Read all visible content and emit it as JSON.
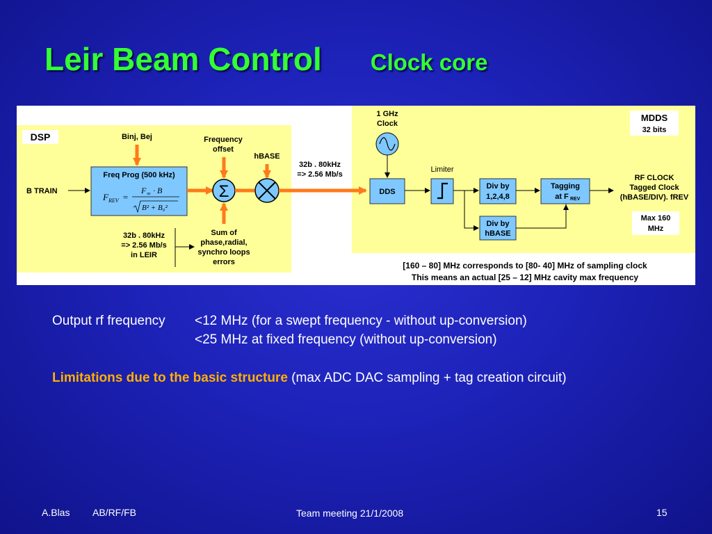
{
  "title": {
    "main": "Leir Beam Control",
    "sub": "Clock core"
  },
  "diagram": {
    "dsp_label": "DSP",
    "binj_bej": "Binj, Bej",
    "freq_offset": [
      "Frequency",
      "offset"
    ],
    "hbase": "hBASE",
    "freq_prog_title": "Freq Prog (500 kHz)",
    "formula": {
      "lhs": "F",
      "lhs_sub": "REV",
      "eq": "=",
      "num": "F",
      "num_sub": "∞",
      "num_tail": "· B",
      "den": "B² + B₀²"
    },
    "b_train": "B TRAIN",
    "dsp_input_note": [
      "32b . 80kHz",
      "=> 2.56 Mb/s",
      "in LEIR"
    ],
    "sum_note": [
      "Sum of",
      "phase,radial,",
      "synchro loops",
      "errors"
    ],
    "sigma_symbol": "Σ",
    "link_rate": [
      "32b . 80kHz",
      "=> 2.56 Mb/s"
    ],
    "clock_source": [
      "1 GHz",
      "Clock"
    ],
    "dds": "DDS",
    "limiter": "Limiter",
    "div_by_1": [
      "Div by",
      "1,2,4,8"
    ],
    "div_by_hbase": [
      "Div by",
      "hBASE"
    ],
    "tagging": [
      "Tagging",
      "at F"
    ],
    "tagging_sub": "REV",
    "mdds_title": "MDDS",
    "mdds_bits": "32 bits",
    "rf_clock": [
      "RF CLOCK",
      "Tagged Clock",
      "(hBASE/DIV). fREV"
    ],
    "max_freq": [
      "Max 160",
      "MHz"
    ],
    "caption": [
      "[160 – 80] MHz corresponds to [80- 40] MHz of sampling clock",
      "This means an actual [25 – 12] MHz cavity max frequency"
    ]
  },
  "body": {
    "output_label": "Output rf frequency",
    "output_line1": "<12 MHz (for a swept frequency - without up-conversion)",
    "output_line2": "<25 MHz at fixed frequency (without up-conversion)",
    "limitations_bold": "Limitations due to the basic structure",
    "limitations_rest": "(max ADC DAC sampling + tag creation circuit)"
  },
  "footer": {
    "author": "A.Blas",
    "group": "AB/RF/FB",
    "meeting": "Team meeting 21/1/2008",
    "page": "15"
  },
  "colors": {
    "background": "#1d22b8",
    "title_green": "#33ff33",
    "panel_yellow": "#ffff99",
    "block_blue": "#7ec8ff",
    "arrow_orange": "#ff7a1a",
    "highlight_orange": "#ffb000"
  }
}
